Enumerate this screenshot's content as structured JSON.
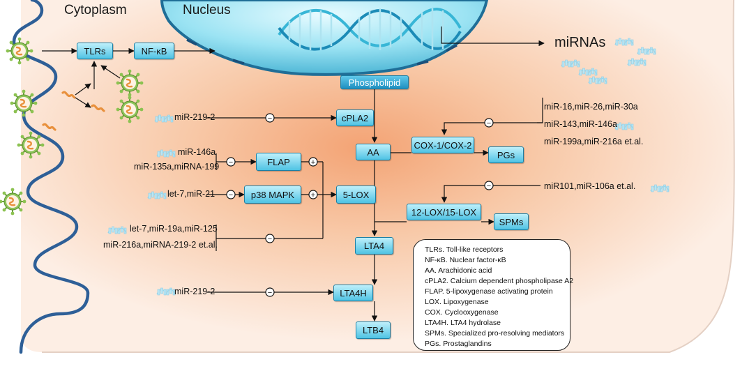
{
  "regions": {
    "cytoplasm": "Cytoplasm",
    "nucleus": "Nucleus",
    "mirnas": "miRNAs"
  },
  "nodes": {
    "tlrs": "TLRs",
    "nfkb": "NF-κB",
    "phospholipid": "Phospholipid",
    "cpla2": "cPLA2",
    "aa": "AA",
    "flap": "FLAP",
    "p38": "p38 MAPK",
    "lox5": "5-LOX",
    "cox": "COX-1/COX-2",
    "pgs": "PGs",
    "lox1215": "12-LOX/15-LOX",
    "spms": "SPMs",
    "lta4": "LTA4",
    "lta4h": "LTA4H",
    "ltb4": "LTB4"
  },
  "regulators": {
    "mir219_cpla2": "miR-219-2",
    "cox_1": "miR-16,miR-26,miR-30a",
    "cox_2": "miR-143,miR-146a",
    "cox_3": "miR-199a,miR-216a et.al.",
    "flap_1": "miR-146a",
    "flap_2": "miR-135a,miRNA-199",
    "p38": "let-7,miR-21",
    "lox1215": "miR101,miR-106a et.al.",
    "lox5_1": "let-7,miR-19a,miR-125",
    "lox5_2": "miR-216a,miRNA-219-2 et.al.",
    "mir219_lta4h": "miR-219-2"
  },
  "symbols": {
    "inhibit": "−",
    "activate": "+"
  },
  "legend": [
    "TLRs. Toll-like receptors",
    "NF-κB. Nuclear factor-κB",
    "AA. Arachidonic acid",
    "cPLA2. Calcium dependent phospholipase A2",
    "FLAP. 5-lipoxygenase activating protein",
    "LOX. Lipoxygenase",
    "COX. Cyclooxygenase",
    "LTA4H. LTA4 hydrolase",
    "SPMs. Specialized pro-resolving mediators",
    "PGs. Prostaglandins"
  ],
  "colors": {
    "cell_fill": "#fbe2d2",
    "cell_glow": "#f4a070",
    "membrane": "#2e5f97",
    "nucleus_fill": "#8fdcef",
    "node_fill": "#57c6e8",
    "virus_green": "#79b043",
    "rna_orange": "#e8903c"
  }
}
